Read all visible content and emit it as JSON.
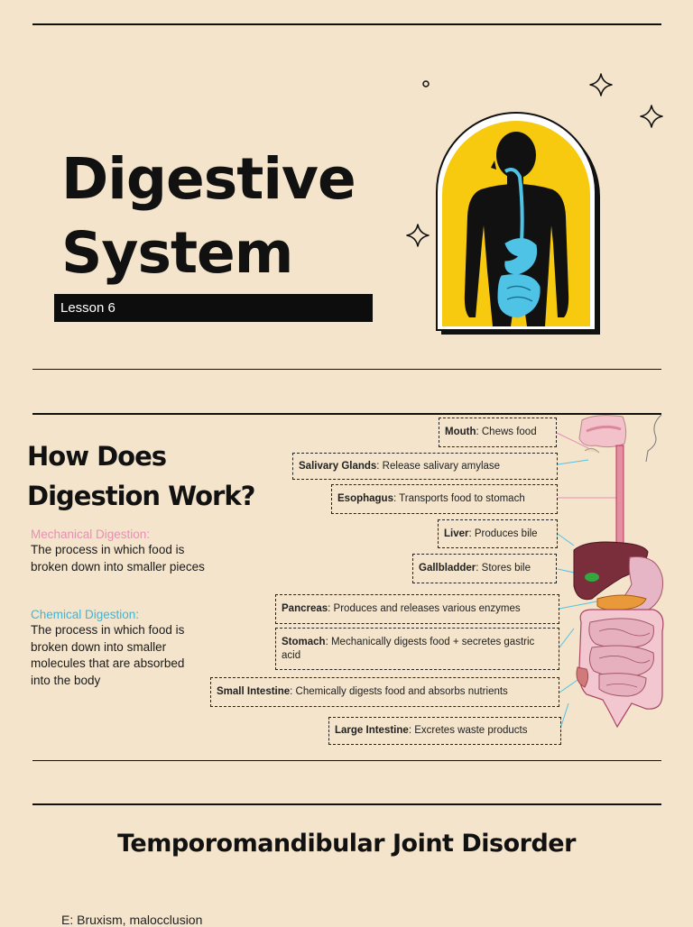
{
  "slide1": {
    "title_line1": "Digestive",
    "title_line2": "System",
    "lesson": "Lesson 6"
  },
  "slide2": {
    "heading_line1": "How Does",
    "heading_line2": "Digestion Work?",
    "mechanical": {
      "title": "Mechanical Digestion:",
      "body": "The process in which food is broken down into smaller pieces",
      "color": "#e88fb3"
    },
    "chemical": {
      "title": "Chemical Digestion:",
      "body": "The process in which food is broken down into smaller molecules that are absorbed into the body",
      "color": "#3fb5d8"
    },
    "organs": [
      {
        "name": "Mouth",
        "desc": ": Chews food"
      },
      {
        "name": "Salivary Glands",
        "desc": ": Release salivary amylase"
      },
      {
        "name": "Esophagus",
        "desc": ": Transports food to stomach"
      },
      {
        "name": "Liver",
        "desc": ": Produces bile"
      },
      {
        "name": "Gallbladder",
        "desc": ": Stores bile"
      },
      {
        "name": "Pancreas",
        "desc": ": Produces and releases various enzymes"
      },
      {
        "name": "Stomach",
        "desc": ": Mechanically digests food + secretes gastric acid"
      },
      {
        "name": "Small Intestine",
        "desc": ": Chemically digests food and absorbs nutrients"
      },
      {
        "name": "Large Intestine",
        "desc": ": Excretes waste products"
      }
    ]
  },
  "slide3": {
    "title": "Temporomandibular Joint Disorder",
    "cut_line": "E: Bruxism, malocclusion"
  },
  "colors": {
    "background": "#f3e4cb",
    "arch_yellow": "#f7c90f",
    "organ_blue": "#4fc3e6"
  }
}
